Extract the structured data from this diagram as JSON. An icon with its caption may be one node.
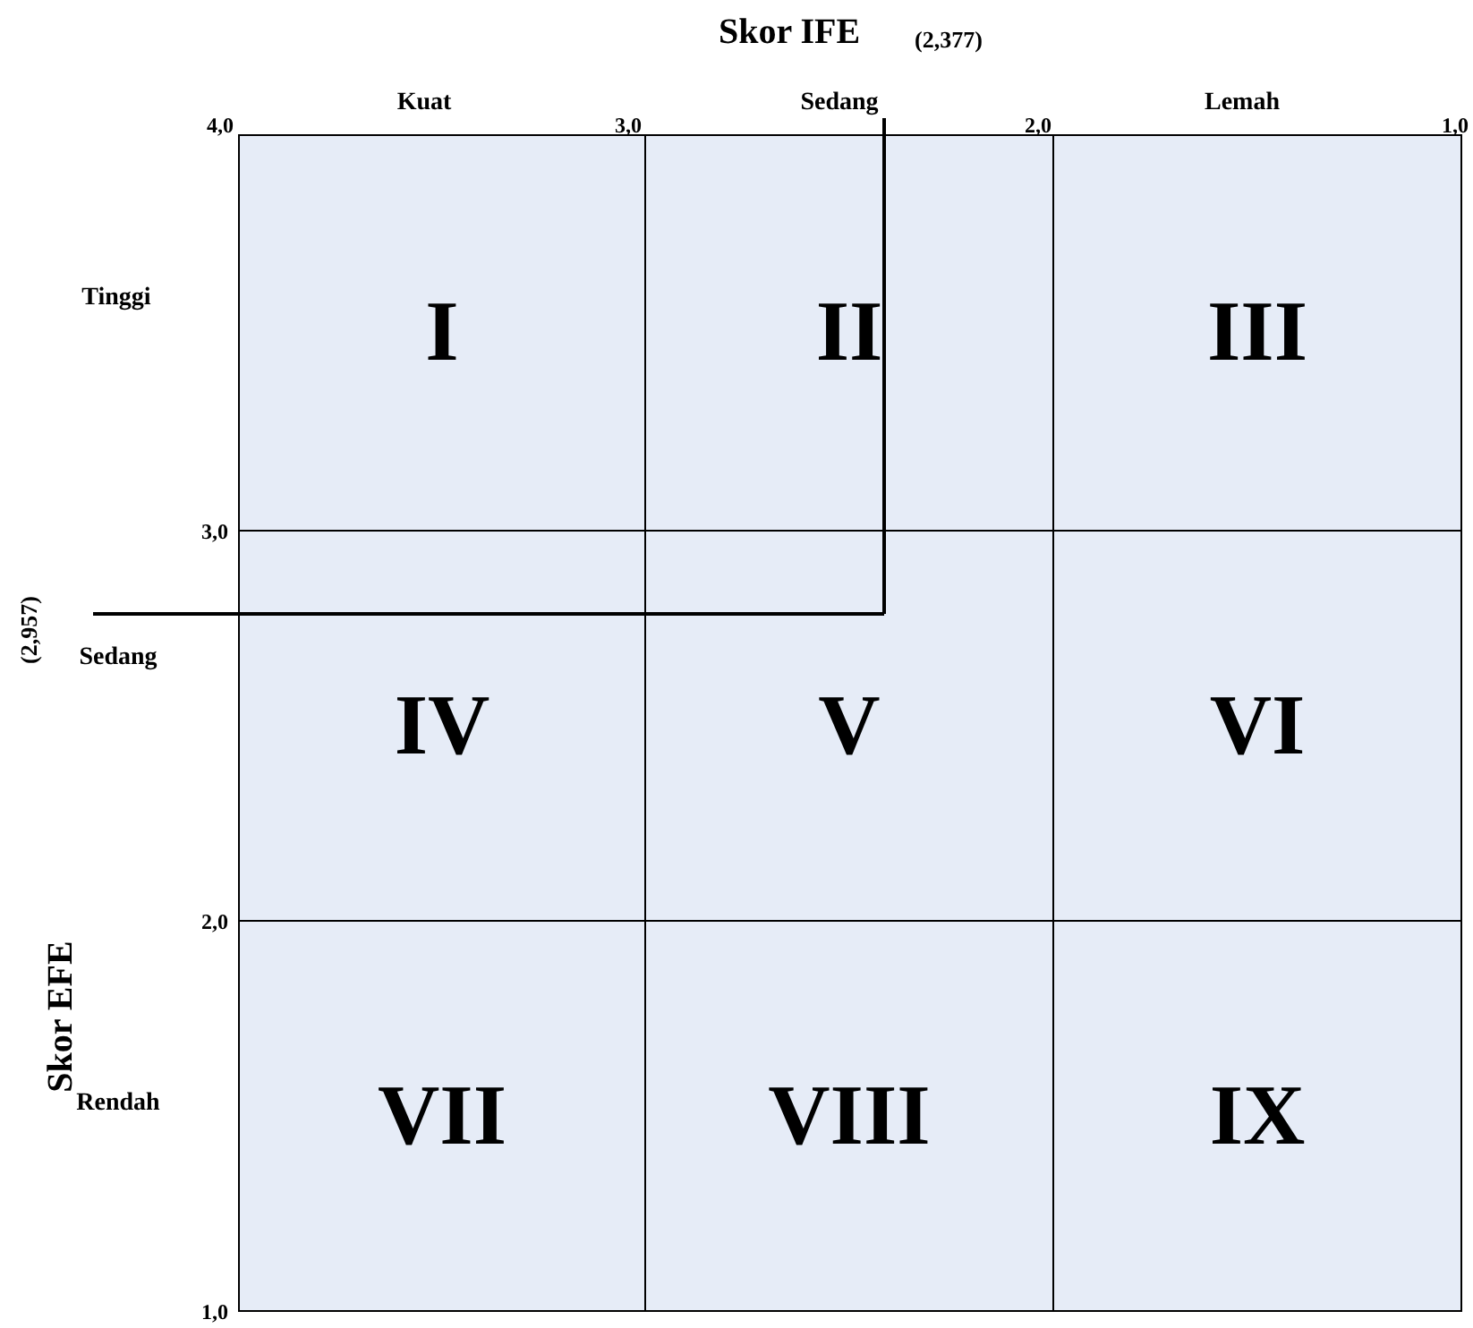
{
  "diagram": {
    "nodes": [
      {
        "text": [
          "I"
        ]
      },
      {
        "text": [
          "II"
        ]
      },
      {
        "text": [
          "III"
        ]
      },
      {
        "text": [
          "IV"
        ]
      },
      {
        "text": [
          "V"
        ]
      },
      {
        "text": [
          "VI"
        ]
      },
      {
        "text": [
          "VII"
        ]
      },
      {
        "text": [
          "VIII"
        ]
      },
      {
        "text": [
          "IX"
        ]
      }
    ],
    "edges": [],
    "labels": [
      "Skor IFE",
      "(2,377)",
      "4,0",
      "Kuat",
      "3,0",
      "Sedang",
      "2,0",
      "Lemah",
      "1,0",
      "Tinggi",
      "3,0",
      "(2,957)",
      "Sedang",
      "Skor EFE",
      "2,0",
      "Rendah",
      "1,0"
    ]
  }
}
